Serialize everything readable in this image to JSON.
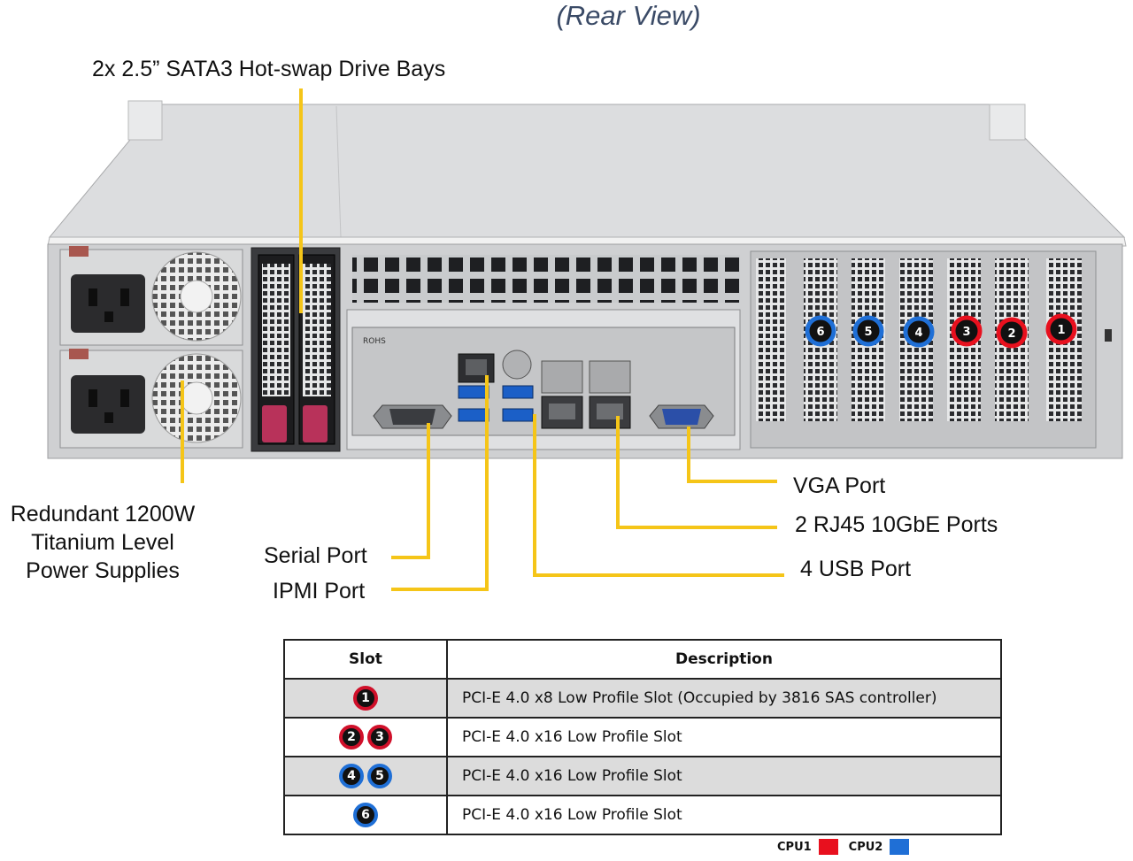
{
  "title": "(Rear View)",
  "callouts": {
    "drive_bays": "2x 2.5” SATA3 Hot-swap Drive Bays",
    "psu": [
      "Redundant 1200W",
      "Titanium Level",
      "Power Supplies"
    ],
    "serial": "Serial Port",
    "ipmi": "IPMI Port",
    "vga": "VGA Port",
    "rj45": "2 RJ45 10GbE Ports",
    "usb": "4 USB Port"
  },
  "chassis": {
    "io_label": "ROHS",
    "slot_badges": [
      "6",
      "5",
      "4",
      "3",
      "2",
      "1"
    ]
  },
  "colors": {
    "cpu1": "#e8101e",
    "cpu2": "#1f6fd6",
    "callout_line": "#f5c518"
  },
  "table": {
    "headers": [
      "Slot",
      "Description"
    ],
    "rows": [
      {
        "slots": [
          "1"
        ],
        "cpu": "cpu1",
        "description": "PCI-E 4.0 x8 Low  Profile Slot (Occupied by 3816 SAS controller)"
      },
      {
        "slots": [
          "2",
          "3"
        ],
        "cpu": "cpu1",
        "description": "PCI-E 4.0 x16 Low Profile Slot"
      },
      {
        "slots": [
          "4",
          "5"
        ],
        "cpu": "cpu2",
        "description": "PCI-E 4.0 x16 Low Profile Slot"
      },
      {
        "slots": [
          "6"
        ],
        "cpu": "cpu2",
        "description": "PCI-E 4.0 x16 Low Profile Slot"
      }
    ]
  },
  "legend": {
    "cpu1_label": "CPU1",
    "cpu2_label": "CPU2"
  }
}
